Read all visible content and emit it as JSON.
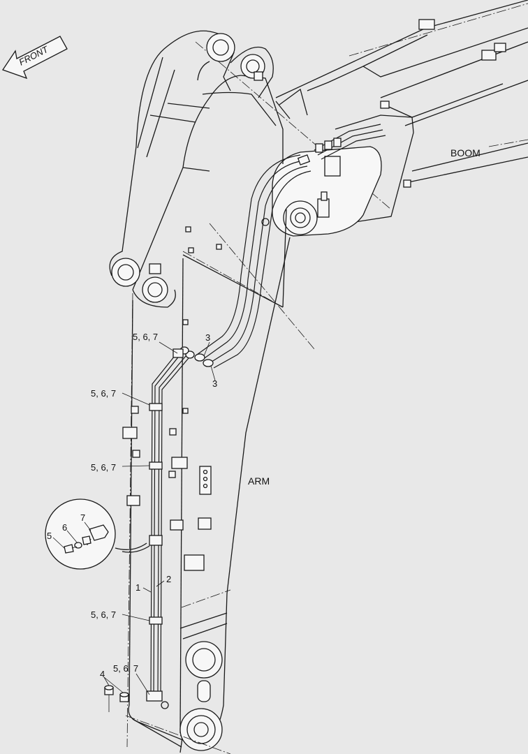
{
  "direction_arrow": {
    "label": "FRONT"
  },
  "labels": {
    "boom": "BOOM",
    "arm": "ARM"
  },
  "callouts": {
    "c_567_top": "5, 6, 7",
    "c_3_upper": "3",
    "c_3_lower": "3",
    "c_567_a": "5, 6, 7",
    "c_567_b": "5, 6, 7",
    "c_567_c": "5, 6, 7",
    "c_567_bottom": "5, 6, 7",
    "c_1": "1",
    "c_2": "2",
    "c_4": "4",
    "detail_5": "5",
    "detail_6": "6",
    "detail_7": "7"
  },
  "colors": {
    "background": "#e8e8e8",
    "line": "#1a1a1a"
  }
}
